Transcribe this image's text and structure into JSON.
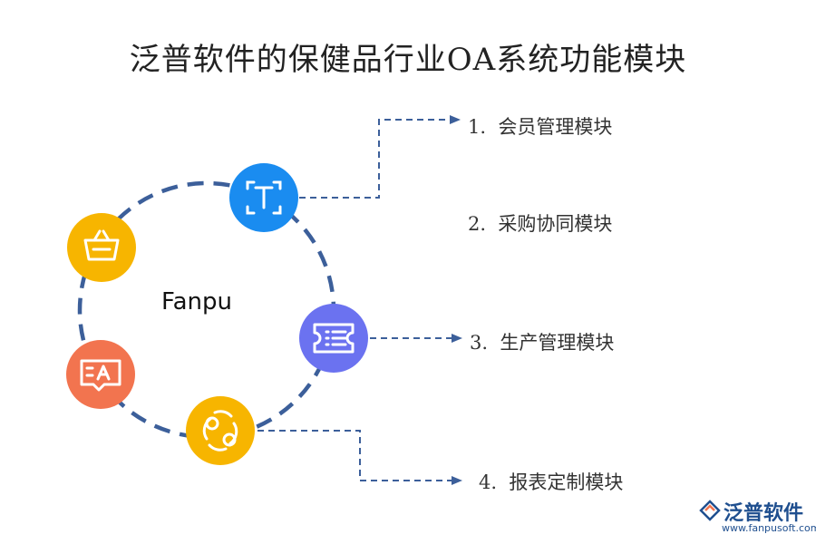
{
  "title": "泛普软件的保健品行业OA系统功能模块",
  "center_label": "Fanpu",
  "modules": [
    {
      "number": "1.",
      "label": "会员管理模块"
    },
    {
      "number": "2.",
      "label": "采购协同模块"
    },
    {
      "number": "3.",
      "label": "生产管理模块"
    },
    {
      "number": "4.",
      "label": "报表定制模块"
    }
  ],
  "nodes": [
    {
      "name": "text-tool-node",
      "icon": "text-frame-icon",
      "color": "#1a8cf0"
    },
    {
      "name": "basket-node",
      "icon": "basket-icon",
      "color": "#f7b500"
    },
    {
      "name": "ticket-node",
      "icon": "ticket-list-icon",
      "color": "#6b72f0"
    },
    {
      "name": "translate-node",
      "icon": "translate-bubble-icon",
      "color": "#f2744f"
    },
    {
      "name": "cycle-node",
      "icon": "cycle-icon",
      "color": "#f7b500"
    }
  ],
  "colors": {
    "connector": "#3c5f9a",
    "ring": "#3c5f9a"
  },
  "logo": {
    "name": "泛普软件",
    "url": "www.fanpusoft.com"
  }
}
